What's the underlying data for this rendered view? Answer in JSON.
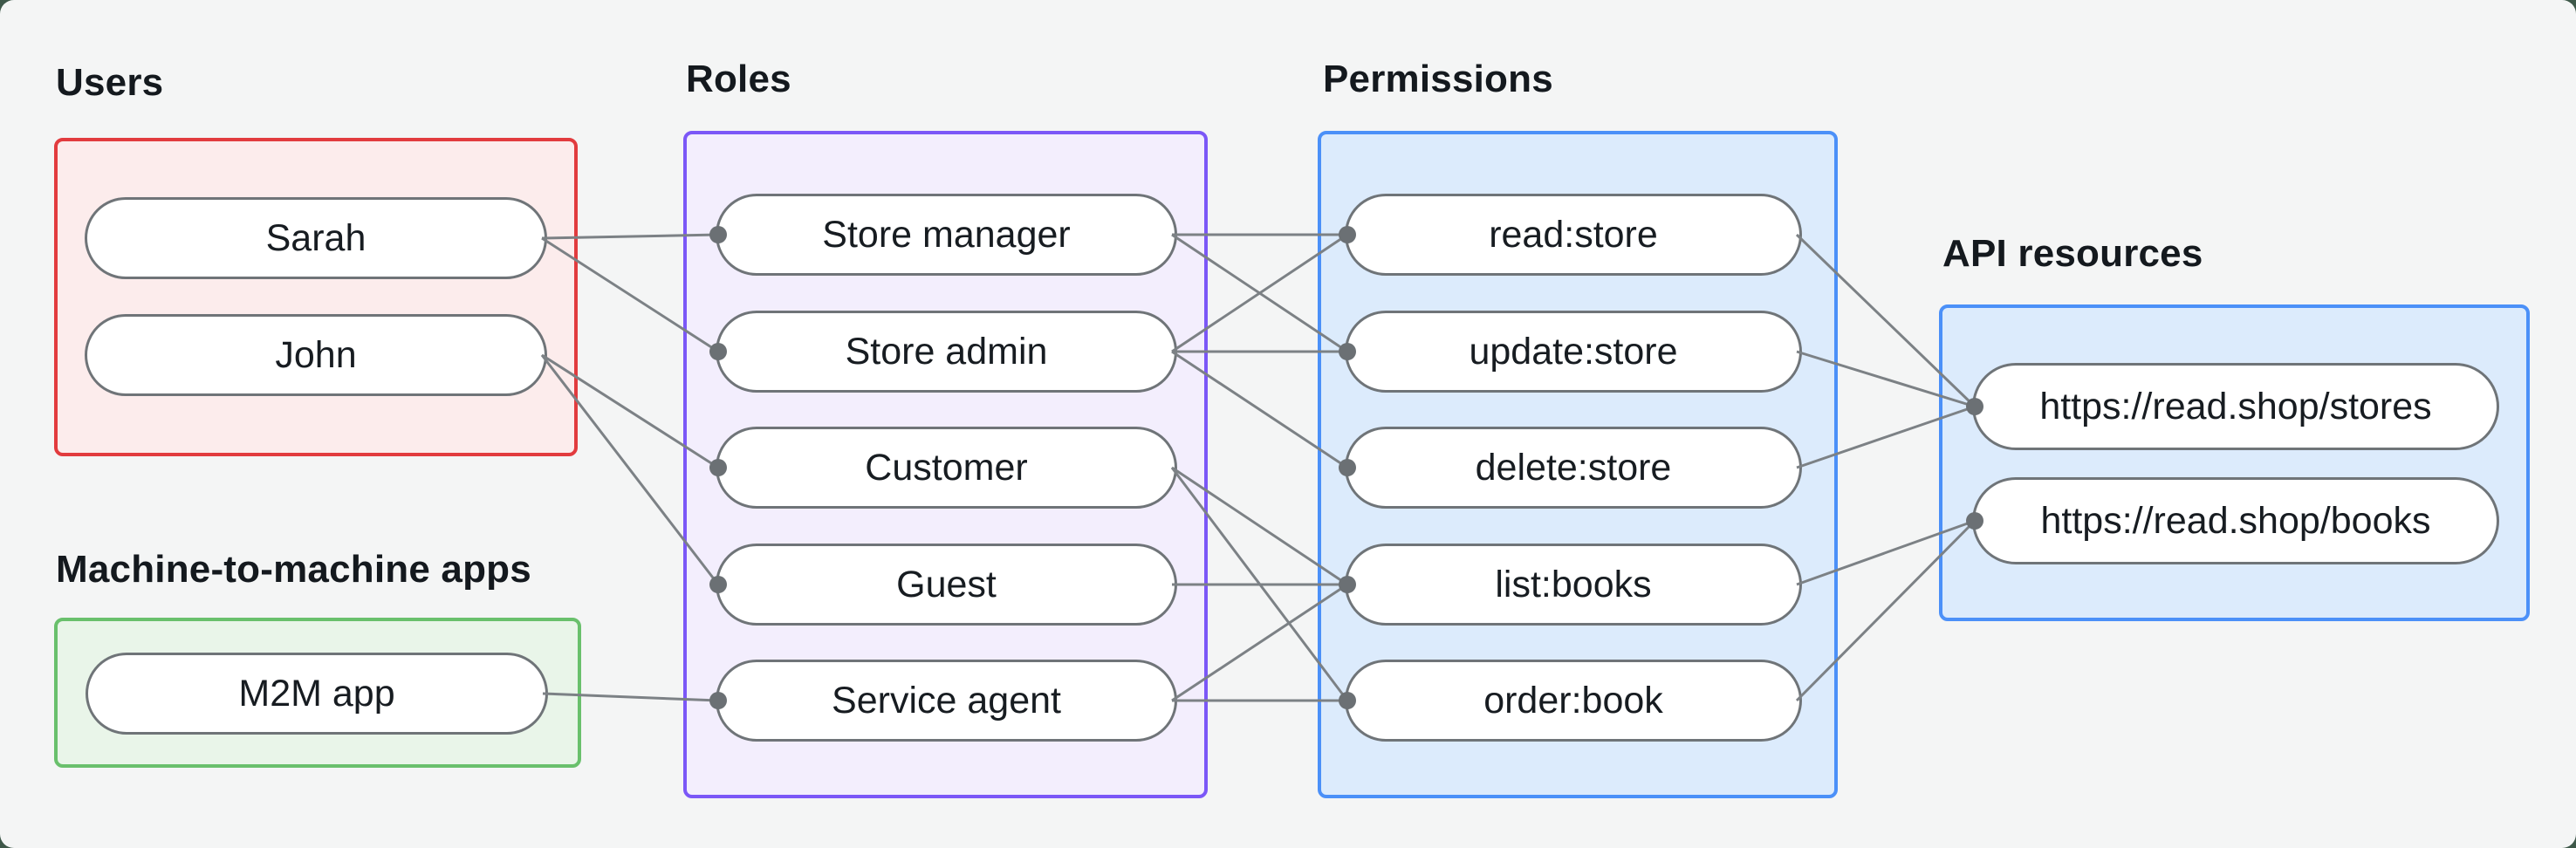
{
  "diagram": {
    "groups": {
      "users": {
        "label": "Users",
        "border": "#e23b3e",
        "fill": "#fcecec"
      },
      "m2m": {
        "label": "Machine-to-machine apps",
        "border": "#69c06c",
        "fill": "#e9f5e9"
      },
      "roles": {
        "label": "Roles",
        "border": "#7b57f7",
        "fill": "#f3eefd"
      },
      "permissions": {
        "label": "Permissions",
        "border": "#4b90f8",
        "fill": "#dcebfc"
      },
      "api_resources": {
        "label": "API resources",
        "border": "#4b90f8",
        "fill": "#dcebfc"
      }
    },
    "nodes": {
      "sarah": {
        "label": "Sarah",
        "group": "users"
      },
      "john": {
        "label": "John",
        "group": "users"
      },
      "m2m_app": {
        "label": "M2M app",
        "group": "m2m"
      },
      "store_manager": {
        "label": "Store manager",
        "group": "roles"
      },
      "store_admin": {
        "label": "Store admin",
        "group": "roles"
      },
      "customer": {
        "label": "Customer",
        "group": "roles"
      },
      "guest": {
        "label": "Guest",
        "group": "roles"
      },
      "service_agent": {
        "label": "Service agent",
        "group": "roles"
      },
      "read_store": {
        "label": "read:store",
        "group": "permissions"
      },
      "update_store": {
        "label": "update:store",
        "group": "permissions"
      },
      "delete_store": {
        "label": "delete:store",
        "group": "permissions"
      },
      "list_books": {
        "label": "list:books",
        "group": "permissions"
      },
      "order_book": {
        "label": "order:book",
        "group": "permissions"
      },
      "stores_api": {
        "label": "https://read.shop/stores",
        "group": "api_resources"
      },
      "books_api": {
        "label": "https://read.shop/books",
        "group": "api_resources"
      }
    },
    "edges": [
      [
        "sarah",
        "store_manager"
      ],
      [
        "sarah",
        "store_admin"
      ],
      [
        "john",
        "customer"
      ],
      [
        "john",
        "guest"
      ],
      [
        "m2m_app",
        "service_agent"
      ],
      [
        "store_manager",
        "read_store"
      ],
      [
        "store_manager",
        "update_store"
      ],
      [
        "store_admin",
        "read_store"
      ],
      [
        "store_admin",
        "update_store"
      ],
      [
        "store_admin",
        "delete_store"
      ],
      [
        "customer",
        "list_books"
      ],
      [
        "customer",
        "order_book"
      ],
      [
        "guest",
        "list_books"
      ],
      [
        "service_agent",
        "list_books"
      ],
      [
        "service_agent",
        "order_book"
      ],
      [
        "read_store",
        "stores_api"
      ],
      [
        "update_store",
        "stores_api"
      ],
      [
        "delete_store",
        "stores_api"
      ],
      [
        "list_books",
        "books_api"
      ],
      [
        "order_book",
        "books_api"
      ]
    ],
    "colors": {
      "panel_background": "#f4f5f5",
      "outer_background": "#3e5849",
      "edge_line": "#7c8185",
      "connector_dot": "#6b7074",
      "pill_border": "#6f7478",
      "pill_fill": "#ffffff",
      "heading_text": "#14191e",
      "node_text": "#171c21"
    }
  }
}
